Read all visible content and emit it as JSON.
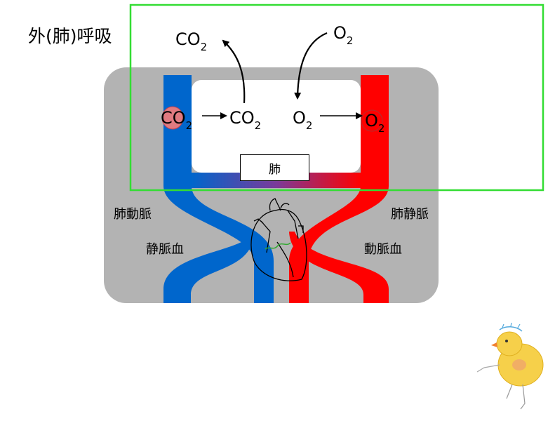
{
  "title": "外(肺)呼吸",
  "lung_label": "肺",
  "labels": {
    "pulmonary_artery": "肺動脈",
    "pulmonary_vein": "肺静脈",
    "venous_blood": "静脈血",
    "arterial_blood": "動脈血"
  },
  "chem": {
    "co2_base": "CO",
    "o2_base": "O",
    "sub": "2"
  },
  "colors": {
    "venous": "#0066cc",
    "arterial": "#ff0000",
    "body_bg": "#b3b3b3",
    "highlight": "#33dd33"
  }
}
